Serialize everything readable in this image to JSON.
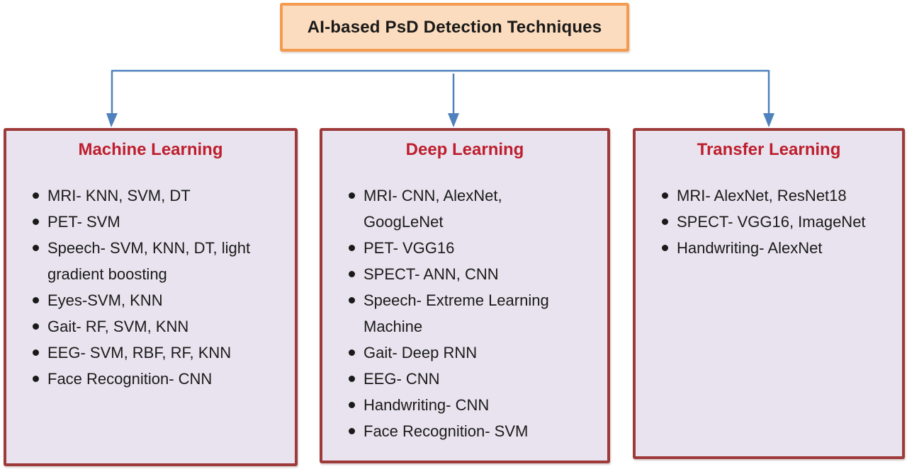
{
  "title": {
    "label": "AI-based PsD Detection Techniques"
  },
  "columns": [
    {
      "heading": "Machine Learning",
      "items": [
        "MRI- KNN, SVM, DT",
        "PET- SVM",
        "Speech- SVM, KNN, DT, light\ngradient boosting",
        "Eyes-SVM, KNN",
        "Gait- RF, SVM, KNN",
        "EEG- SVM, RBF, RF, KNN",
        "Face Recognition- CNN"
      ]
    },
    {
      "heading": "Deep Learning",
      "items": [
        "MRI- CNN, AlexNet,\nGoogLeNet",
        "PET- VGG16",
        "SPECT- ANN, CNN",
        "Speech- Extreme Learning\nMachine",
        "Gait- Deep RNN",
        "EEG- CNN",
        "Handwriting- CNN",
        "Face Recognition- SVM"
      ]
    },
    {
      "heading": "Transfer Learning",
      "items": [
        "MRI- AlexNet, ResNet18",
        "SPECT- VGG16, ImageNet",
        "Handwriting- AlexNet"
      ]
    }
  ],
  "colors": {
    "title_border": "#F59B50",
    "title_fill": "#FCDCBE",
    "box_border": "#9E3A3A",
    "box_fill": "#E8E3EE",
    "heading_text": "#BE1E2D",
    "connector_blue": "#4E81BD",
    "body_text": "#1A1A1A"
  }
}
